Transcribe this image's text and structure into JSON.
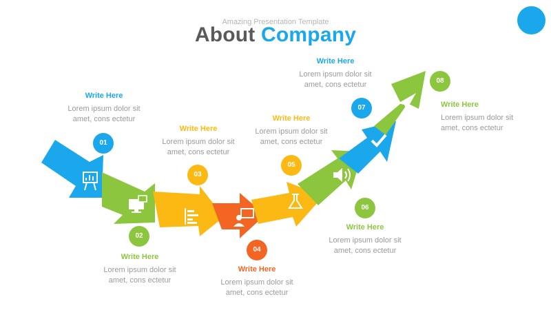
{
  "header": {
    "subtitle": "Amazing Presentation Template",
    "title_part1": "About",
    "title_part2": "Company"
  },
  "colors": {
    "blue": "#1aa7ec",
    "green": "#8cc63f",
    "yellow": "#fdb913",
    "orange": "#f26522",
    "title_gray": "#5a5a5a",
    "text_gray": "#9a9a9a"
  },
  "steps": [
    {
      "num": "01",
      "color": "blue",
      "heading": "Write Here",
      "line1": "Lorem ipsum dolor sit",
      "line2": "amet, cons ectetur",
      "icon": "presentation-board-icon"
    },
    {
      "num": "02",
      "color": "green",
      "heading": "Write Here",
      "line1": "Lorem ipsum dolor sit",
      "line2": "amet, cons ectetur",
      "icon": "computer-folder-icon"
    },
    {
      "num": "03",
      "color": "yellow",
      "heading": "Write Here",
      "line1": "Lorem ipsum dolor sit",
      "line2": "amet, cons ectetur",
      "icon": "bar-chart-icon"
    },
    {
      "num": "04",
      "color": "orange",
      "heading": "Write Here",
      "line1": "Lorem ipsum dolor sit",
      "line2": "amet, cons ectetur",
      "icon": "presenter-icon"
    },
    {
      "num": "05",
      "color": "yellow",
      "heading": "Write Here",
      "line1": "Lorem ipsum dolor sit",
      "line2": "amet, cons ectetur",
      "icon": "flask-icon"
    },
    {
      "num": "06",
      "color": "green",
      "heading": "Write Here",
      "line1": "Lorem ipsum dolor sit",
      "line2": "amet, cons ectetur",
      "icon": "speaker-icon"
    },
    {
      "num": "07",
      "color": "blue",
      "heading": "Write Here",
      "line1": "Lorem ipsum dolor sit",
      "line2": "amet, cons ectetur",
      "icon": "checkmark-icon"
    },
    {
      "num": "08",
      "color": "green",
      "heading": "Write Here",
      "line1": "Lorem ipsum dolor sit",
      "line2": "amet, cons ectetur",
      "icon": "paper-plane-icon"
    }
  ]
}
